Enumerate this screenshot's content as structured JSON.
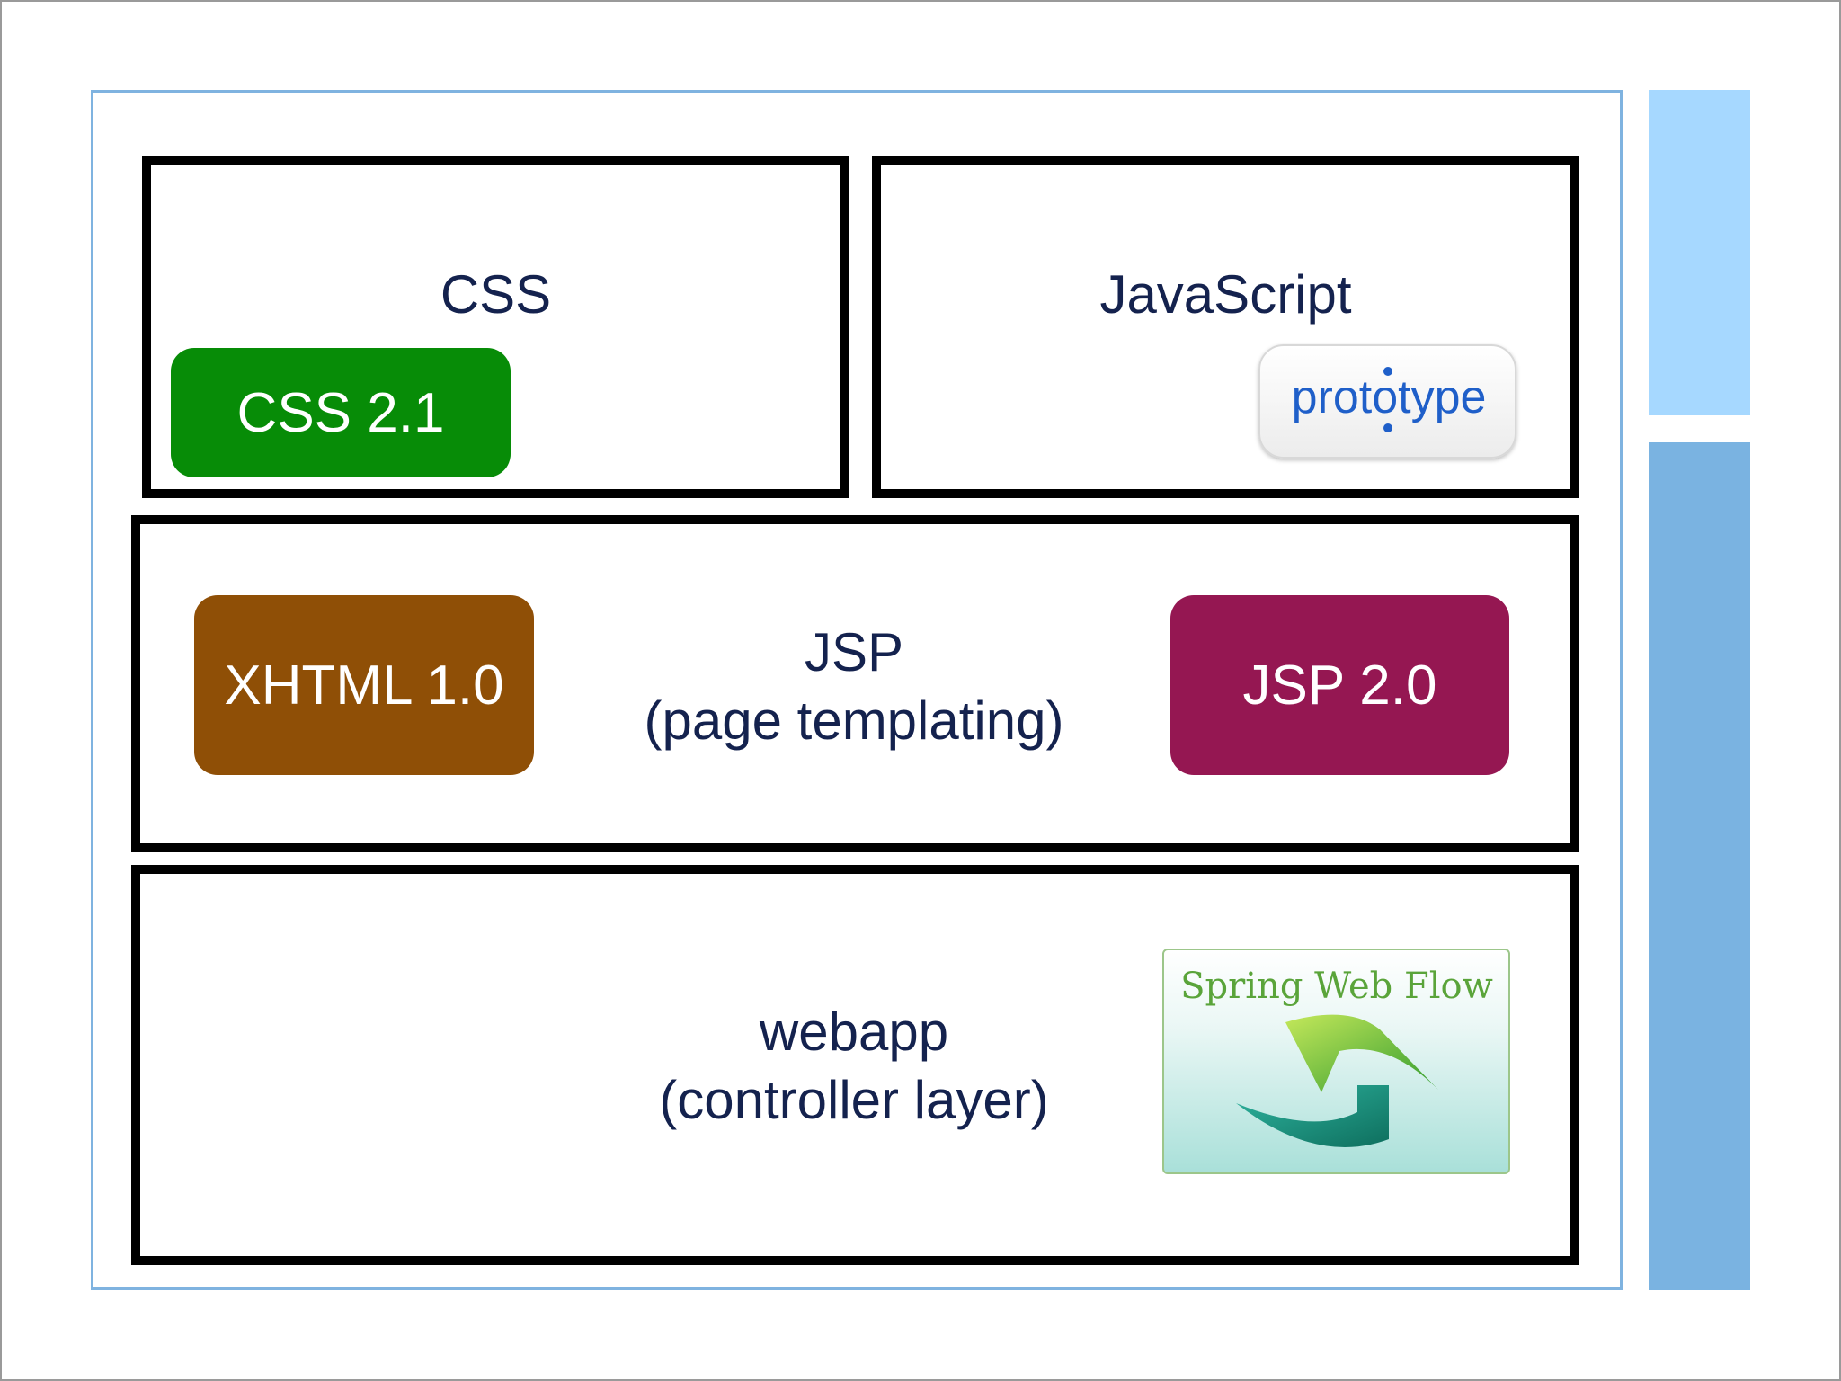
{
  "colors": {
    "frame": "#7fb3e0",
    "bar_light": "#a6d8ff",
    "bar_dark": "#7ab3e1",
    "label_text": "#14224e",
    "css21_pill": "#078c07",
    "xhtml_pill": "#8f4f06",
    "jsp20_pill": "#951752"
  },
  "layers": {
    "css": {
      "title": "CSS",
      "tag": "CSS 2.1"
    },
    "javascript": {
      "title": "JavaScript",
      "logo": "prototype"
    },
    "jsp": {
      "title": "JSP",
      "subtitle": "(page templating)",
      "left_tag": "XHTML 1.0",
      "right_tag": "JSP 2.0"
    },
    "webapp": {
      "title": "webapp",
      "subtitle": "(controller layer)",
      "logo": "Spring Web Flow"
    }
  }
}
